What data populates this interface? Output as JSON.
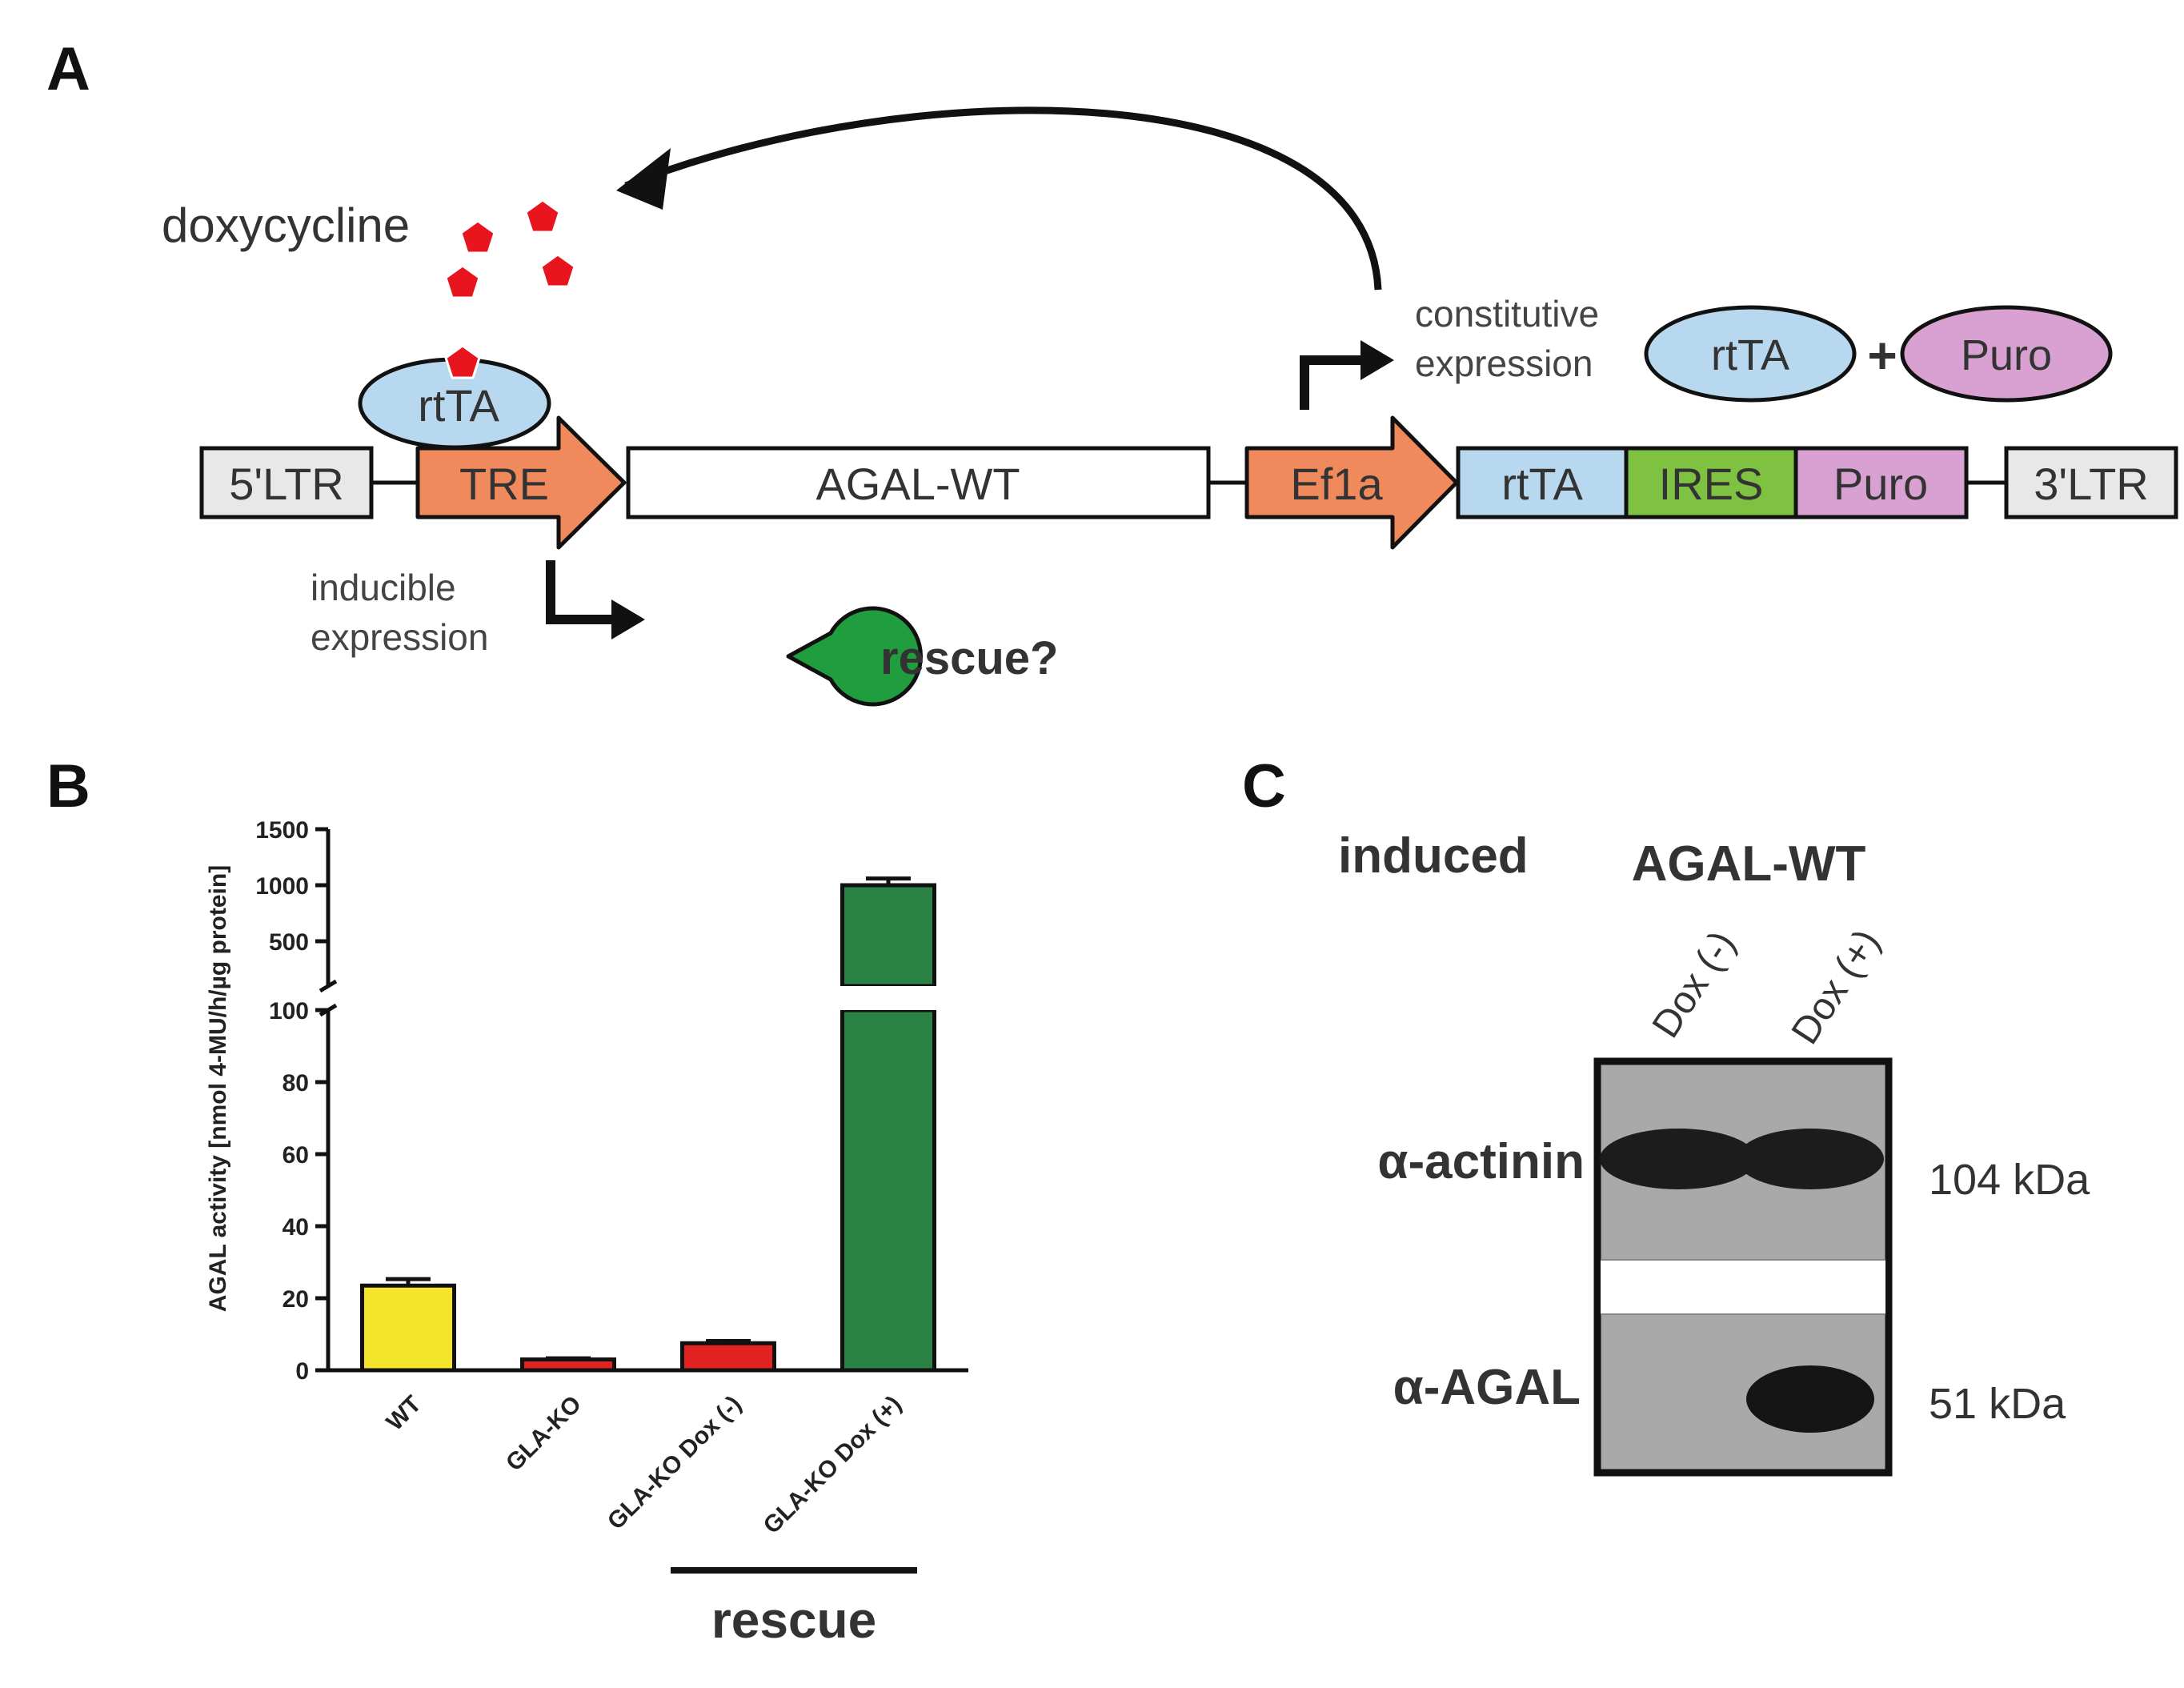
{
  "panel_a": {
    "letter": "A",
    "doxycycline_label": "doxycycline",
    "rtta_bubble": "rtTA",
    "constitutive_line1": "constitutive",
    "constitutive_line2": "expression",
    "product_rtta": "rtTA",
    "product_plus": "+",
    "product_puro": "Puro",
    "inducible_line1": "inducible",
    "inducible_line2": "expression",
    "rescue_question": "rescue?",
    "construct": {
      "ltr5": "5'LTR",
      "tre": "TRE",
      "agal_wt": "AGAL-WT",
      "ef1a": "Ef1a",
      "rtta": "rtTA",
      "ires": "IRES",
      "puro": "Puro",
      "ltr3": "3'LTR"
    },
    "colors": {
      "promoter": "#f08a5d",
      "rtta": "#b7d8ee",
      "ires": "#7fc241",
      "puro": "#d9a1d2",
      "ltr": "#e8e8e8",
      "doxycycline": "#e8141e",
      "enzyme": "#1f9d3f"
    }
  },
  "panel_b": {
    "letter": "B",
    "rescue_label": "rescue"
  },
  "chart_data": {
    "type": "bar",
    "categories": [
      "WT",
      "GLA-KO",
      "GLA-KO Dox (-)",
      "GLA-KO Dox (+)"
    ],
    "values": [
      23.5,
      3,
      7.5,
      1000
    ],
    "errors": [
      1.8,
      0.3,
      0.6,
      60
    ],
    "colors": [
      "#f5e42c",
      "#e32222",
      "#e32222",
      "#2a8344"
    ],
    "ylabel": "AGAL activity [nmol 4-MU/h/µg protein]",
    "yaxis_broken": true,
    "lower_segment": {
      "range": [
        0,
        100
      ],
      "ticks": [
        0,
        20,
        40,
        60,
        80,
        100
      ]
    },
    "upper_segment": {
      "range": [
        100,
        1500
      ],
      "ticks": [
        500,
        1000,
        1500
      ]
    },
    "grid": false
  },
  "panel_c": {
    "letter": "C",
    "induced_label": "induced",
    "construct_label": "AGAL-WT",
    "lanes": [
      "Dox (-)",
      "Dox (+)"
    ],
    "bands": [
      {
        "label": "α-actinin",
        "size": "104 kDa",
        "intensity": [
          1,
          1
        ]
      },
      {
        "label": "α-AGAL",
        "size": "51 kDa",
        "intensity": [
          0,
          1
        ]
      }
    ]
  }
}
